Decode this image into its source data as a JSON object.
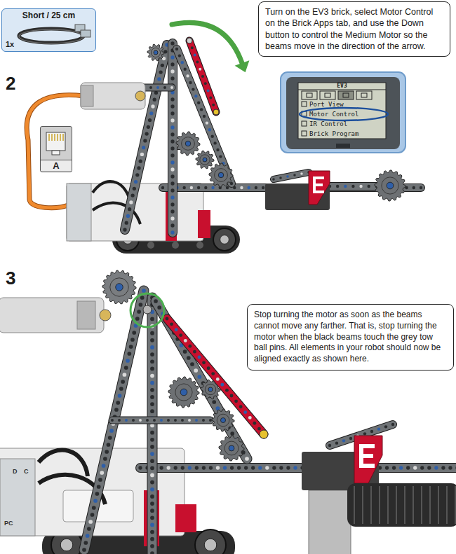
{
  "diagram": {
    "nodes": [
      {
        "text": [
          "Short / 25 cm",
          "1x"
        ]
      },
      {
        "text": [
          "Turn on the EV3 brick, select Motor Control on the Brick Apps tab, and use the Down button to control the Medium Motor so the beams move in the direction of the arrow."
        ]
      },
      {
        "text": [
          "EV3",
          "Port View",
          "Motor Control",
          "IR Control",
          "Brick Program"
        ]
      },
      {
        "text": [
          "A"
        ]
      },
      {
        "text": [
          "Stop turning the motor as soon as the beams cannot move any farther. That is, stop turning the motor when the black beams touch the grey tow ball pins. All elements in your robot should now be aligned exactly as shown here."
        ]
      }
    ],
    "labels": [
      "2",
      "3",
      "D",
      "C",
      "PC"
    ]
  }
}
